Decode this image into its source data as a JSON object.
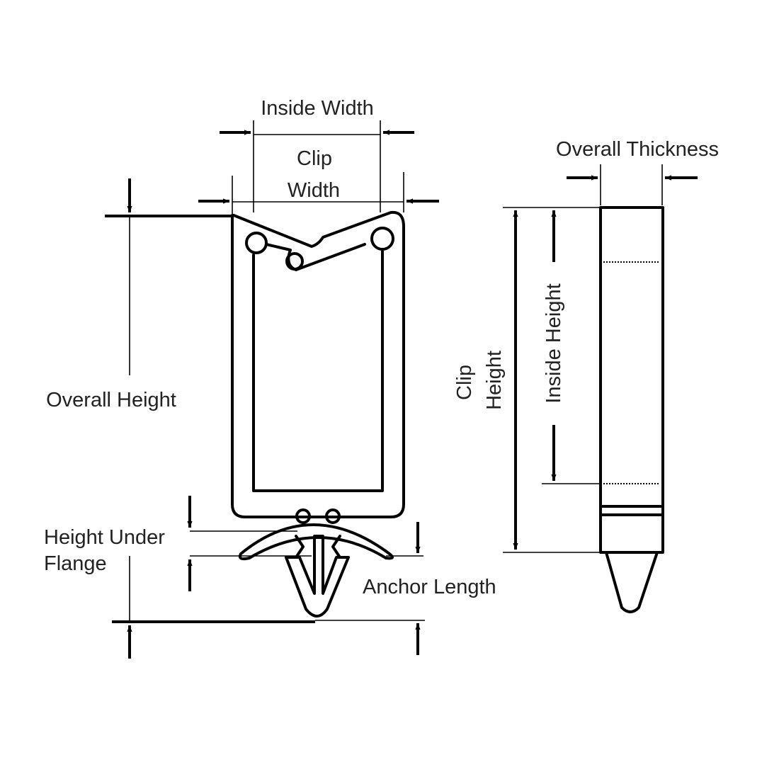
{
  "labels": {
    "inside_width": "Inside Width",
    "clip_width_line1": "Clip",
    "clip_width_line2": "Width",
    "overall_thickness": "Overall Thickness",
    "overall_height": "Overall Height",
    "height_under_flange_line1": "Height Under",
    "height_under_flange_line2": "Flange",
    "anchor_length": "Anchor Length",
    "clip_height_line1": "Clip",
    "clip_height_line2": "Height",
    "inside_height": "Inside Height"
  }
}
